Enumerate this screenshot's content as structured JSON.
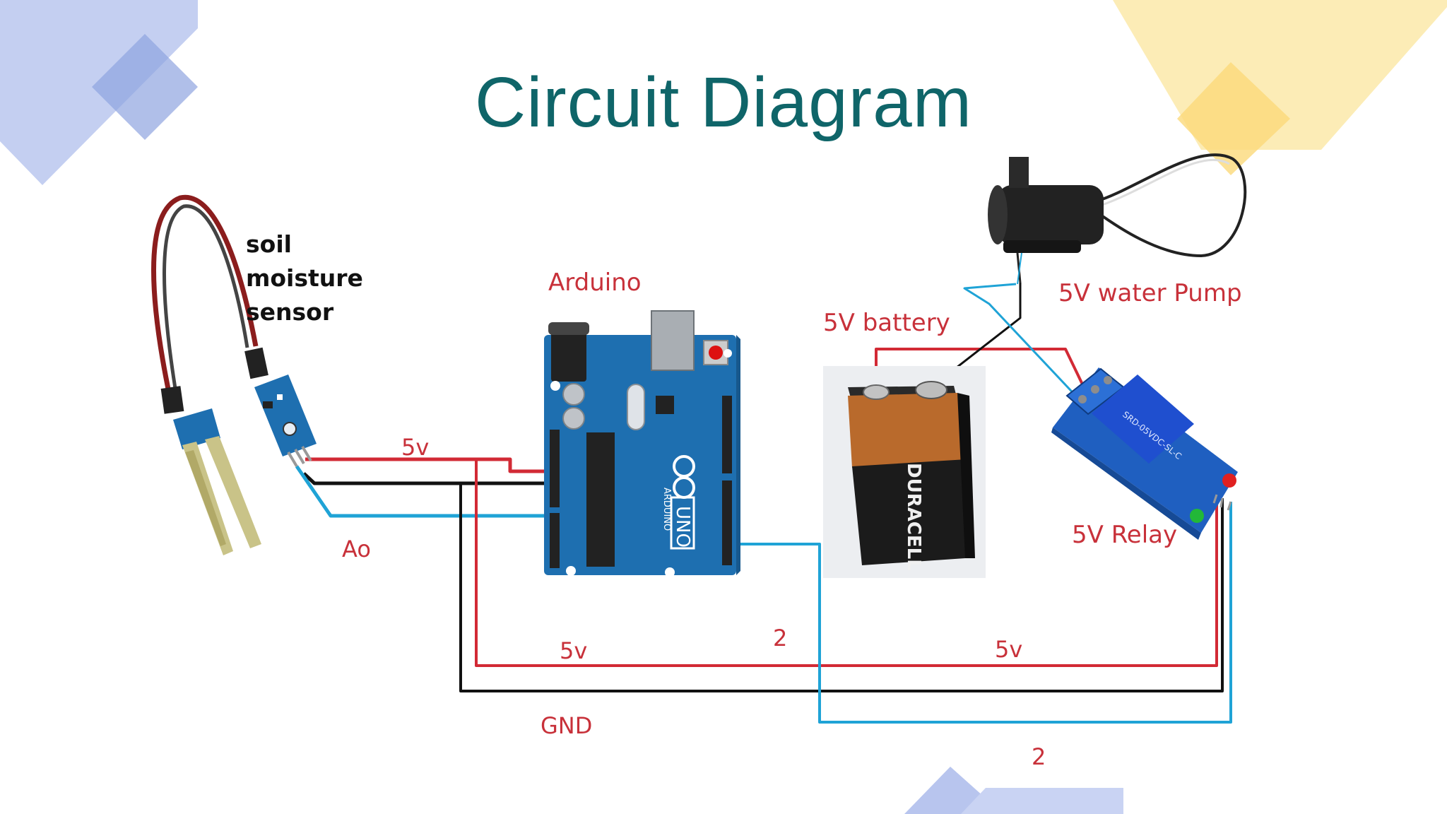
{
  "slide": {
    "title": "Circuit Diagram"
  },
  "components": {
    "soil_sensor": {
      "label": "soil moisture sensor"
    },
    "arduino": {
      "label": "Arduino",
      "brand_text": "ARDUINO",
      "model_text": "UNO"
    },
    "battery": {
      "label": "5V battery",
      "brand_text": "DURACELL"
    },
    "pump": {
      "label": "5V water Pump"
    },
    "relay": {
      "label": "5V Relay",
      "print_text": "SRD-05VDC-SL-C"
    }
  },
  "wire_labels": {
    "sensor_5v": "5v",
    "sensor_ao": "Ao",
    "bottom_5v_left": "5v",
    "bottom_5v_right": "5v",
    "pin_2_top": "2",
    "pin_2_bottom": "2",
    "gnd": "GND"
  },
  "colors": {
    "title": "#0f6569",
    "label_red": "#c8313a",
    "wire_red": "#d22a35",
    "wire_black": "#111111",
    "wire_blue": "#1fa3d6",
    "deco_blue": "#b8c5ee",
    "deco_yellow": "#fbe7a8",
    "board_blue": "#1e6fb0",
    "relay_blue": "#1f5fc0"
  }
}
